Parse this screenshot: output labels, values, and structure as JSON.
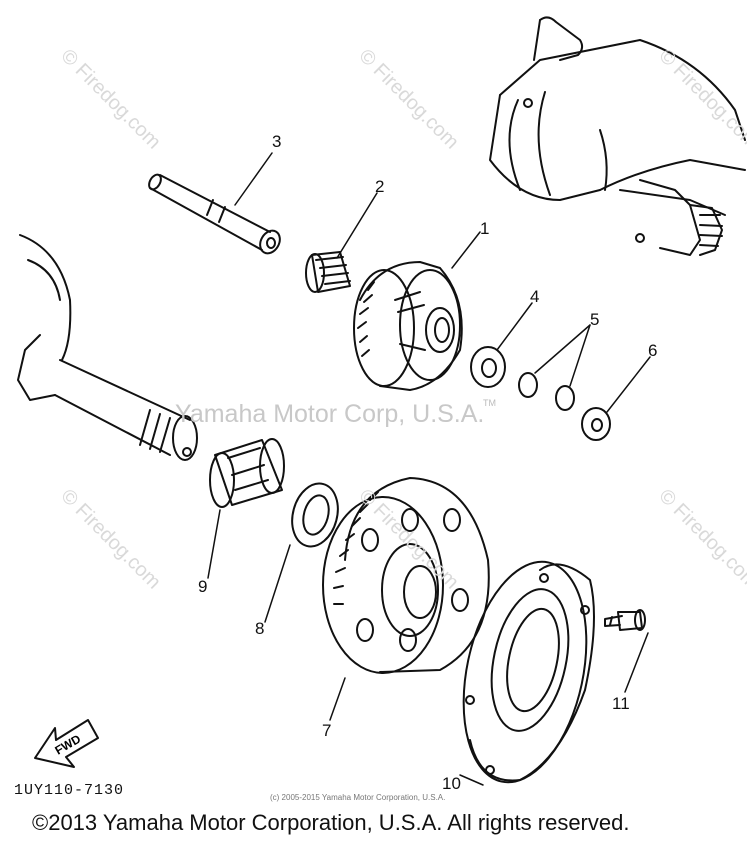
{
  "callouts": {
    "c1": "1",
    "c2": "2",
    "c3": "3",
    "c4": "4",
    "c5": "5",
    "c6": "6",
    "c7": "7",
    "c8": "8",
    "c9": "9",
    "c10": "10",
    "c11": "11"
  },
  "watermarks": {
    "firedog": "© Firedog.com",
    "center": "Yamaha Motor Corp, U.S.A.",
    "tm": "TM"
  },
  "arrow_label": "FWD",
  "diagram_code": "1UY110-7130",
  "small_copyright": "(c) 2005-2015 Yamaha Motor Corporation, U.S.A.",
  "copyright": "©2013 Yamaha Motor Corporation, U.S.A. All rights reserved."
}
